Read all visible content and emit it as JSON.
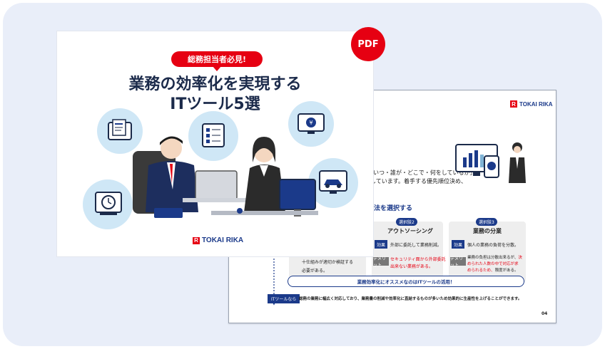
{
  "badge": {
    "pdf": "PDF"
  },
  "cover": {
    "tag": "総務担当者必見!",
    "title_line1": "業務の効率化を実現する",
    "title_line2": "ITツール5選",
    "logo": "TOKAI RIKA"
  },
  "back": {
    "logo": "TOKAI RIKA",
    "intro_line1": "、「いつ・誰が・どこで・何をしているか」",
    "intro_line2": "にしています。着手する優先順位決め、",
    "section_heading": "方法を選択する",
    "option2": {
      "pill": "選択肢2",
      "title": "アウトソーシング",
      "merit_label": "効果",
      "merit": "外部に委託して業務削減。",
      "demerit_label": "デメリット",
      "demerit_red": "セキュリティ面から外部委託",
      "demerit2_red": "出来ない業務がある。"
    },
    "option3": {
      "pill": "選択肢3",
      "title": "業務の分業",
      "merit_label": "効果",
      "merit": "個人の業務の負荷を分散。",
      "demerit_label": "デメリット",
      "demerit1": "業務の負担は分散出来るが、",
      "demerit1_red": "決",
      "demerit2_red": "められた人数の中で対応が求",
      "demerit3_red": "められるため、",
      "demerit3": "限度がある。"
    },
    "option1_text1": "十仕組みが適切か検証する",
    "option1_text2": "必要がある。",
    "recommend": "業務効率化にオススメなのはITツールの活用！",
    "it_label": "ITツールなら",
    "it_text": "総務の業務に幅広く対応しており、業務量の削減や効率化に直結するものが多いため効果的に生産性を上げることができます。",
    "page_number": "04"
  }
}
